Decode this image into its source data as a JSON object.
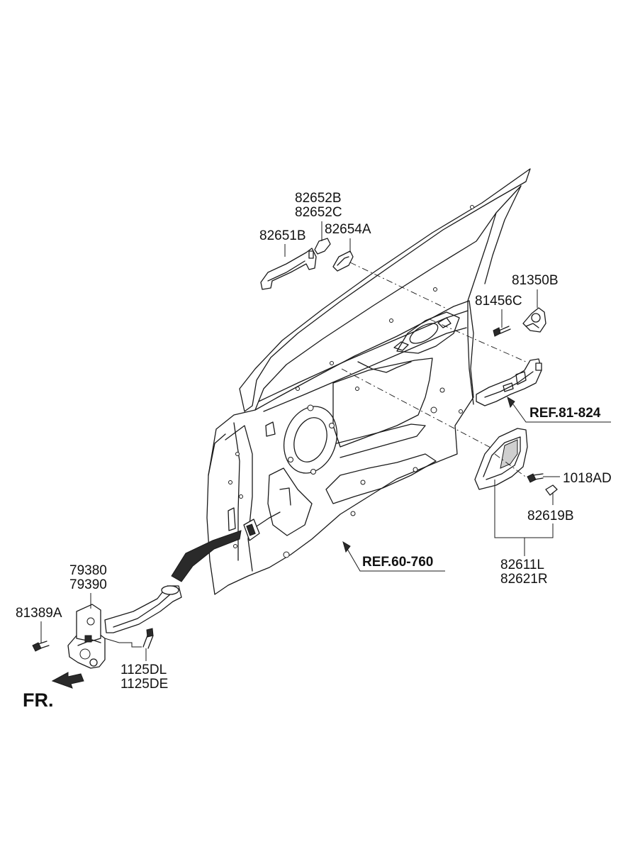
{
  "labels": {
    "l_82652B": "82652B",
    "l_82652C": "82652C",
    "l_82651B": "82651B",
    "l_82654A": "82654A",
    "l_81350B": "81350B",
    "l_81456C": "81456C",
    "l_1018AD": "1018AD",
    "l_82619B": "82619B",
    "l_82611L": "82611L",
    "l_82621R": "82621R",
    "l_79380": "79380",
    "l_79390": "79390",
    "l_81389A": "81389A",
    "l_1125DL": "1125DL",
    "l_1125DE": "1125DE"
  },
  "refs": {
    "r_81_824": "REF.81-824",
    "r_60_760": "REF.60-760"
  },
  "direction": "FR."
}
